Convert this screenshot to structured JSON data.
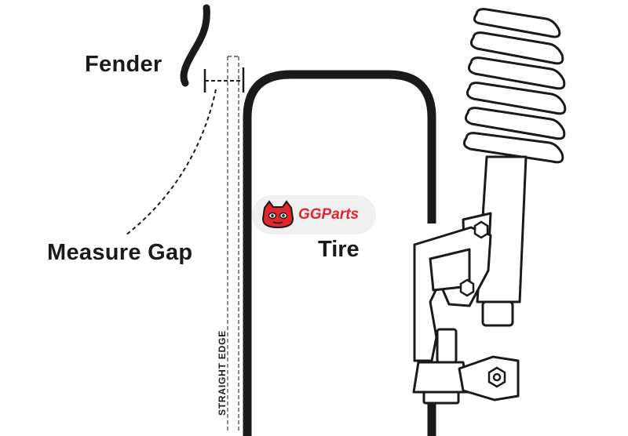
{
  "labels": {
    "fender": "Fender",
    "measure_gap": "Measure Gap",
    "tire": "Tire",
    "straight_edge": "STRAIGHT EDGE"
  },
  "watermark": {
    "brand": "GGParts",
    "color": "#e3262e"
  },
  "colors": {
    "line": "#1a1a1a",
    "badge_bg": "#f0f0f0"
  }
}
